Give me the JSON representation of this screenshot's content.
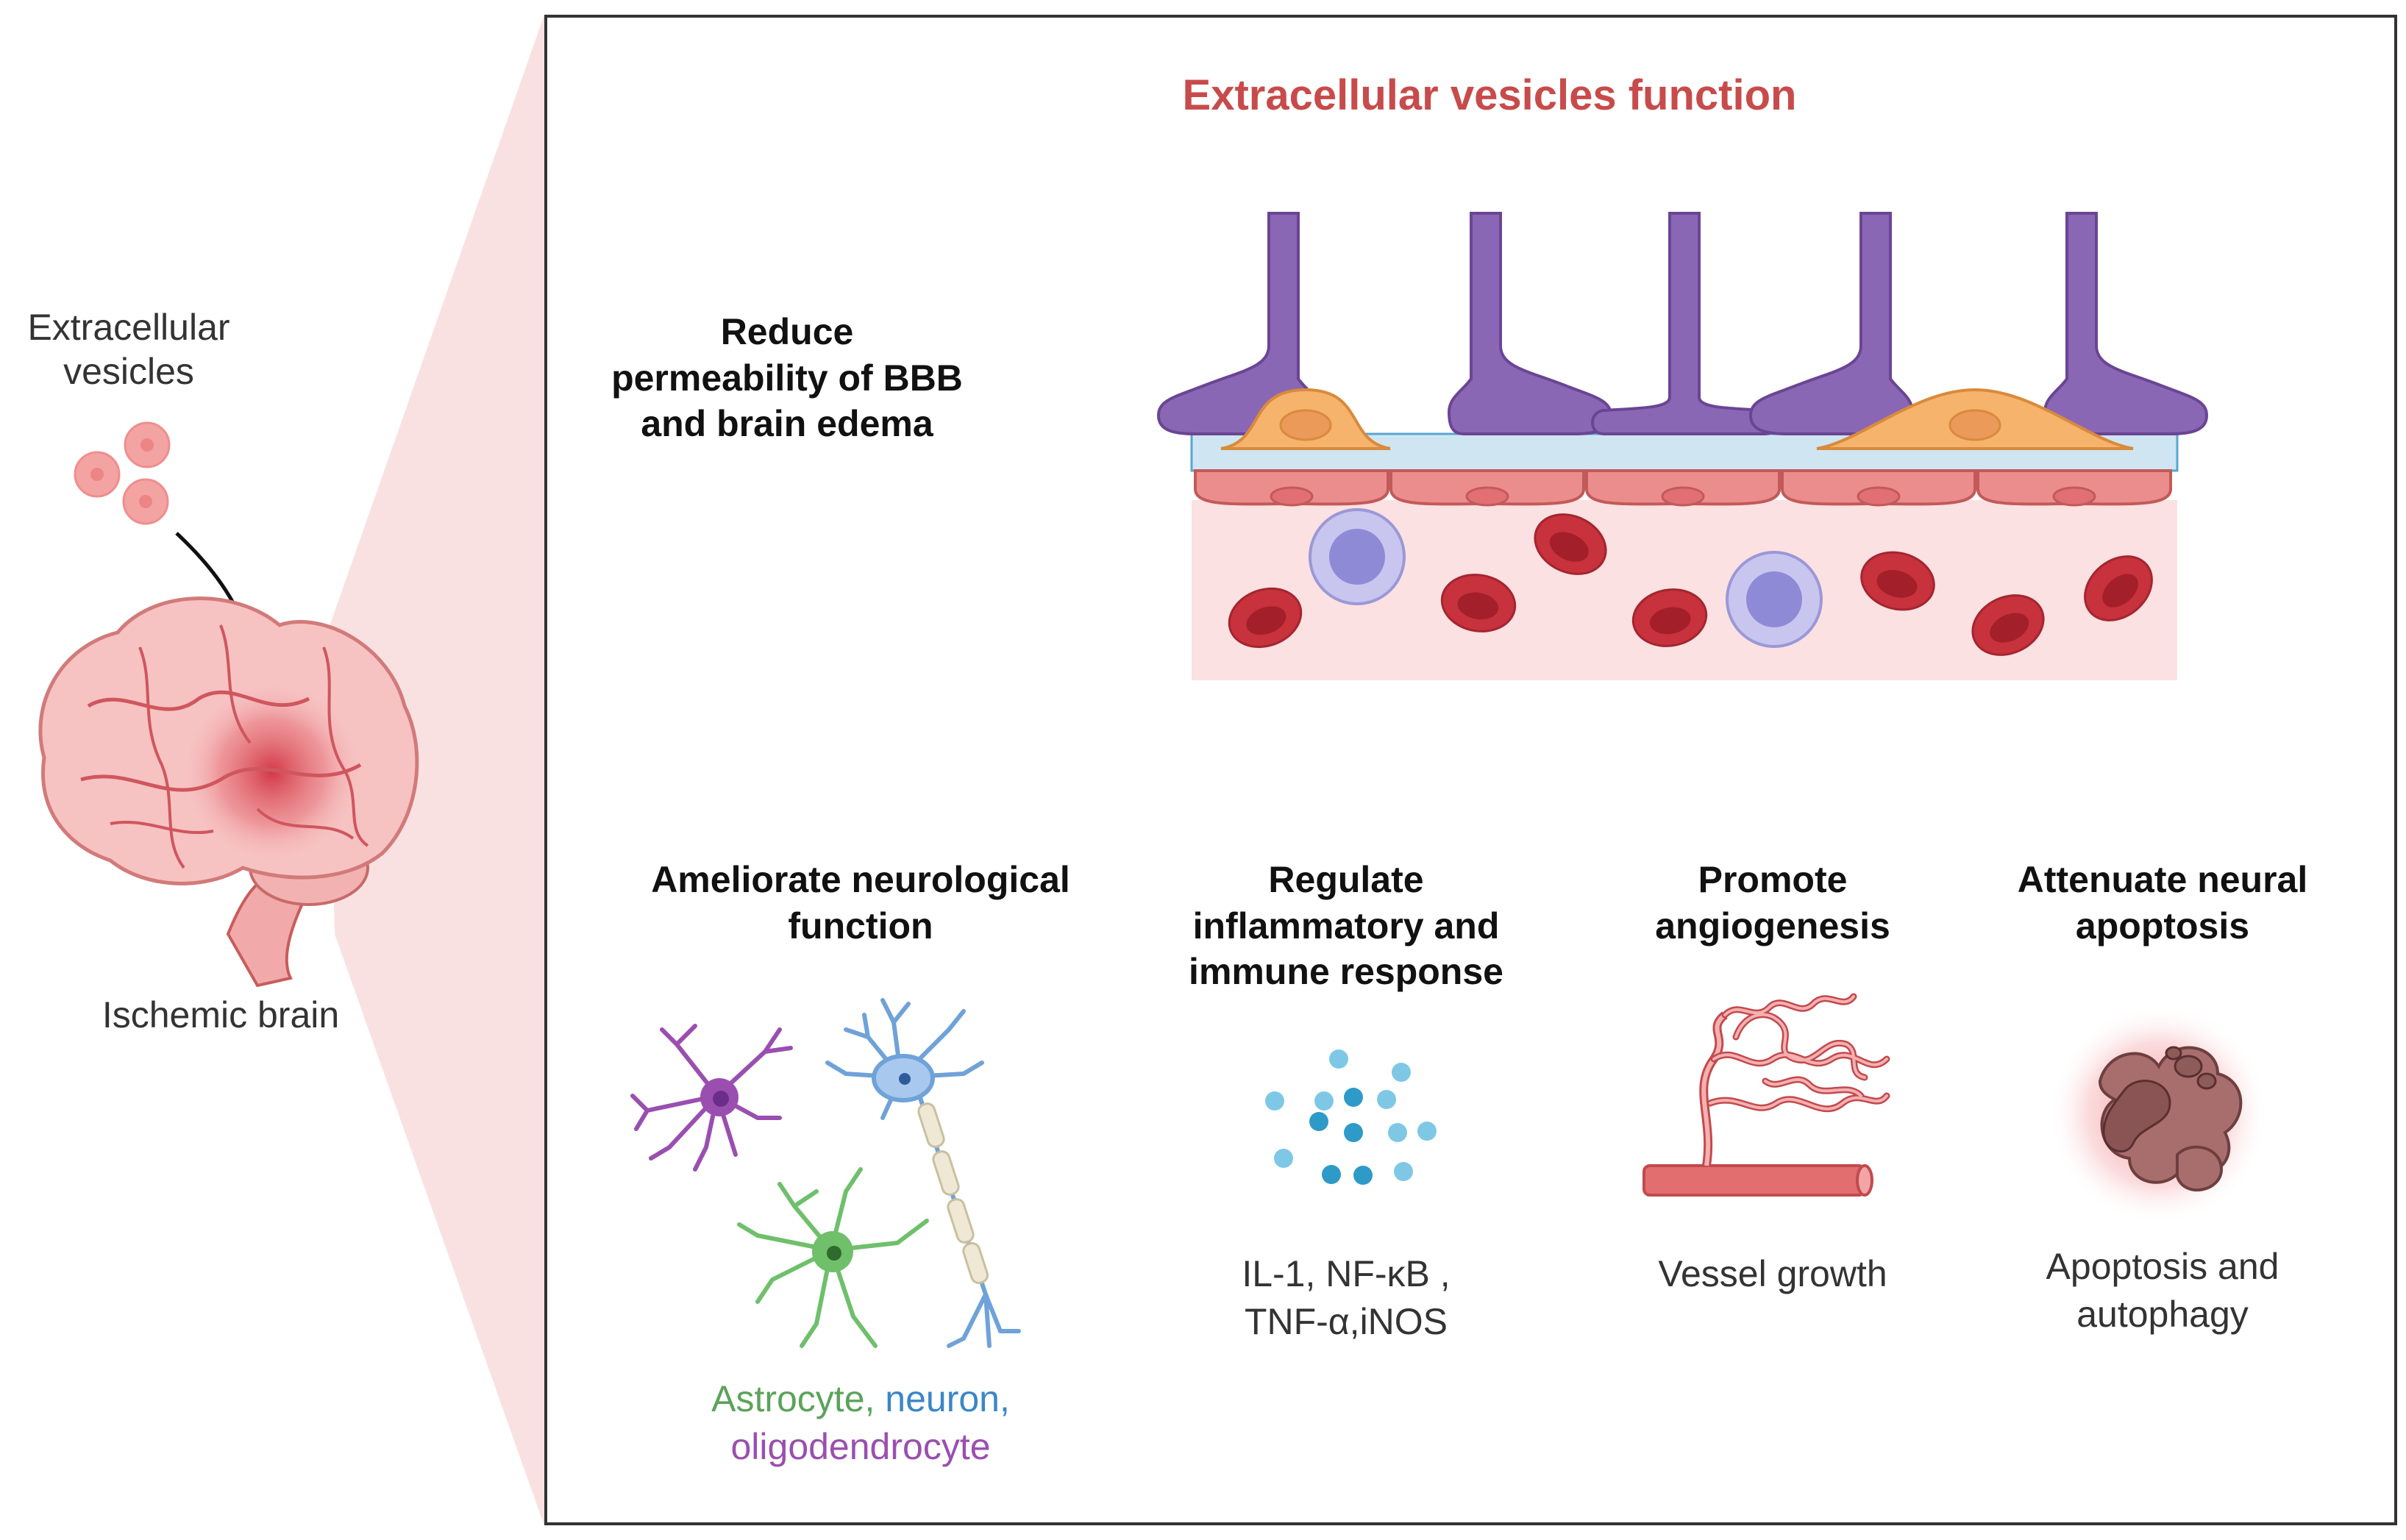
{
  "left_panel": {
    "ev_label": "Extracellular\nvesicles",
    "brain_label": "Ischemic brain"
  },
  "main": {
    "title": "Extracellular vesicles function",
    "bbb": {
      "title": "Reduce\npermeability of BBB\nand brain edema"
    },
    "functions": [
      {
        "title": "Ameliorate neurological\nfunction"
      },
      {
        "title": "Regulate\ninflammatory and\nimmune response",
        "caption": "IL-1, NF-κB ,\nTNF-α,iNOS"
      },
      {
        "title": "Promote\nangiogenesis",
        "caption": "Vessel growth"
      },
      {
        "title": "Attenuate neural\napoptosis",
        "caption": "Apoptosis and\nautophagy"
      }
    ],
    "cells_caption": {
      "astrocyte": "Astrocyte,",
      "neuron": " neuron,",
      "oligo": "oligodendrocyte"
    }
  },
  "colors": {
    "title_red": "#c84b4b",
    "astrocyte_green": "#5ba35b",
    "neuron_blue": "#3a86c8",
    "oligo_purple": "#9a4fb0",
    "pericyte_purple": "#8a67b5",
    "endothelium_red": "#ec8d8d",
    "rbc_red": "#c8323c",
    "basement_blue": "#cfe6f2",
    "astro_orange": "#f5b36b",
    "wbc_lavender": "#b3b3e6"
  }
}
